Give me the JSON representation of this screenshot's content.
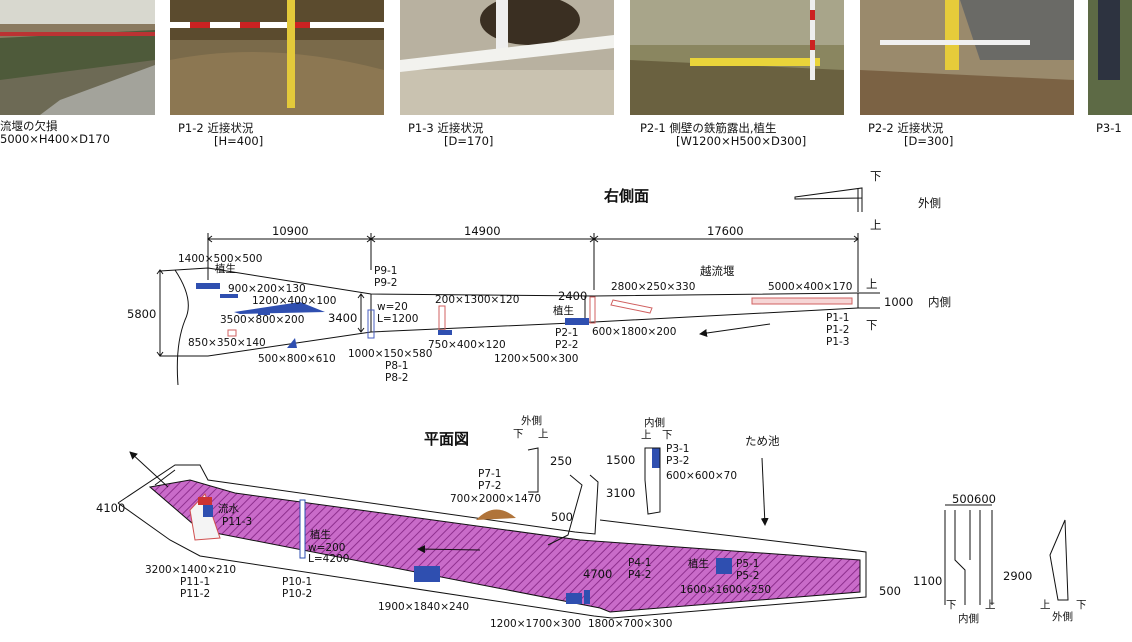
{
  "photos": [
    {
      "line1": "流堰の欠損",
      "line2": "5000×H400×D170"
    },
    {
      "line1": "P1-2  近接状況",
      "line2": "[H=400]"
    },
    {
      "line1": "P1-3  近接状況",
      "line2": "[D=170]"
    },
    {
      "line1": "P2-1  側壁の鉄筋露出,植生",
      "line2": "[W1200×H500×D300]"
    },
    {
      "line1": "P2-2  近接状況",
      "line2": "[D=300]"
    },
    {
      "line1": "P3-1",
      "line2": ""
    }
  ],
  "side_view": {
    "title": "右側面",
    "dims": [
      "10900",
      "14900",
      "17600"
    ],
    "height_left": "5800",
    "height_mid": "3400",
    "height_right": "2400",
    "height_end": "1000",
    "weir_label": "越流堰",
    "inner": "内側",
    "outer": "外側",
    "up": "上",
    "down": "下",
    "labels": {
      "a1": "1400×500×500",
      "a2": "植生",
      "b": "900×200×130",
      "c": "1200×400×100",
      "d": "3500×800×200",
      "e": "850×350×140",
      "f": "500×800×610",
      "p9a": "P9-1",
      "p9b": "P9-2",
      "w": "w=20",
      "L": "L=1200",
      "g": "1000×150×580",
      "p8a": "P8-1",
      "p8b": "P8-2",
      "h": "200×1300×120",
      "i": "750×400×120",
      "j": "1200×500×300",
      "veg2": "植生",
      "p2a": "P2-1",
      "p2b": "P2-2",
      "k": "2800×250×330",
      "l": "600×1800×200",
      "m": "5000×400×170",
      "p1a": "P1-1",
      "p1b": "P1-2",
      "p1c": "P1-3"
    }
  },
  "plan_view": {
    "title": "平面図",
    "pond": "ため池",
    "outer": "外側",
    "inner": "内側",
    "up": "上",
    "down": "下",
    "dims": {
      "d4100": "4100",
      "d250": "250",
      "d1500": "1500",
      "d3100": "3100",
      "d500a": "500",
      "d4700": "4700",
      "d500b": "500",
      "d500c": "500",
      "d600": "600",
      "d1100": "1100",
      "d2900": "2900"
    },
    "labels": {
      "flow": "流水",
      "p11_3": "P11-3",
      "veg": "植生",
      "w200": "w=200",
      "L4200": "L=4200",
      "q1": "3200×1400×210",
      "p11_1": "P11-1",
      "p11_2": "P11-2",
      "p10_1": "P10-1",
      "p10_2": "P10-2",
      "q2": "1900×1840×240",
      "q3": "1200×1700×300",
      "q4": "1800×700×300",
      "p7_1": "P7-1",
      "p7_2": "P7-2",
      "q5": "700×2000×1470",
      "p3_1": "P3-1",
      "p3_2": "P3-2",
      "q6": "600×600×70",
      "p4_1": "P4-1",
      "p4_2": "P4-2",
      "veg2": "植生",
      "p5_1": "P5-1",
      "p5_2": "P5-2",
      "q7": "1600×1600×250"
    }
  }
}
